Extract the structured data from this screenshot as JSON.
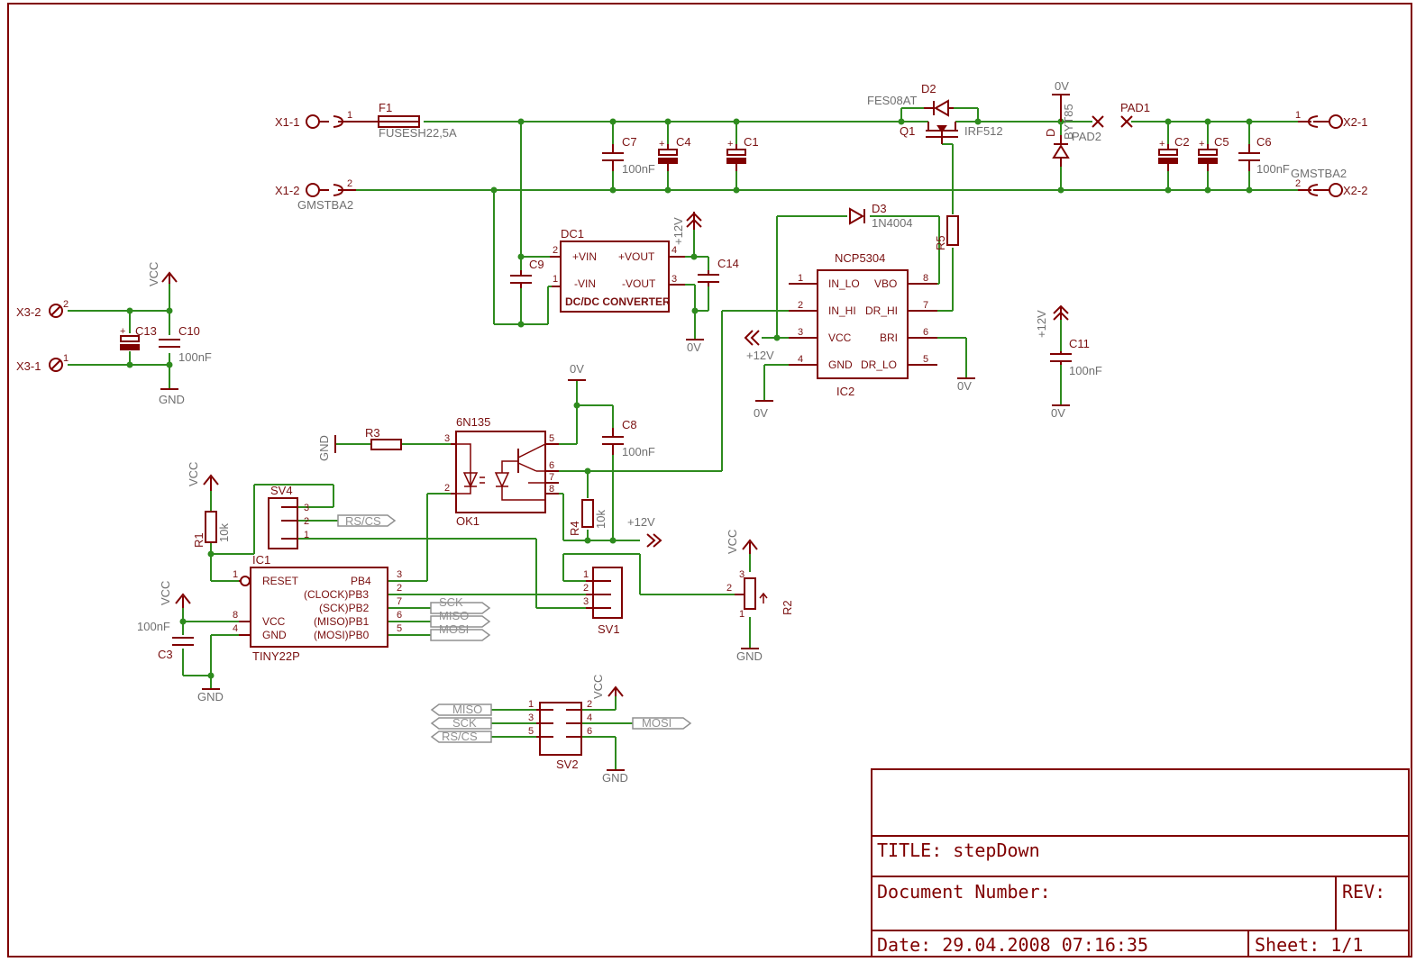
{
  "components": {
    "X1_1": "X1-1",
    "X1_2": "X1-2",
    "X1_conn": "GMSTBA2",
    "X2_1": "X2-1",
    "X2_2": "X2-2",
    "X2_conn": "GMSTBA2",
    "X3_1": "X3-1",
    "X3_2": "X3-2",
    "F1": "F1",
    "F1_val": "FUSESH22,5A",
    "C7": "C7",
    "C7_val": "100nF",
    "C4": "C4",
    "C1": "C1",
    "D2": "D2",
    "D2_val": "FES08AT",
    "Q1": "Q1",
    "Q1_val": "IRF512",
    "D1": "D",
    "D1_val": "BYT85",
    "PAD1": "PAD1",
    "PAD2": "PAD2",
    "C2": "C2",
    "C5": "C5",
    "C6": "C6",
    "C6_val": "100nF",
    "DC1": "DC1",
    "DC1_val": "DC/DC CONVERTER",
    "DC1_pins": [
      "+VIN",
      "-VIN",
      "+VOUT",
      "-VOUT"
    ],
    "C9": "C9",
    "C14": "C14",
    "D3": "D3",
    "D3_val": "1N4004",
    "R5": "R5",
    "IC2": "IC2",
    "IC2_val": "NCP5304",
    "IC2_pins": [
      "IN_LO",
      "IN_HI",
      "VCC",
      "GND",
      "VBO",
      "DR_HI",
      "BRI",
      "DR_LO"
    ],
    "C11": "C11",
    "C11_val": "100nF",
    "C13": "C13",
    "C10": "C10",
    "C10_val": "100nF",
    "R3": "R3",
    "OK1": "OK1",
    "OK1_val": "6N135",
    "C8": "C8",
    "C8_val": "100nF",
    "R4": "R4",
    "R4_val": "10k",
    "R1": "R1",
    "R1_val": "10k",
    "SV4": "SV4",
    "SV1": "SV1",
    "SV2": "SV2",
    "R2": "R2",
    "IC1": "IC1",
    "IC1_val": "TINY22P",
    "IC1_pins": [
      "RESET",
      "VCC",
      "GND",
      "PB4",
      "(CLOCK)PB3",
      "(SCK)PB2",
      "(MISO)PB1",
      "(MOSI)PB0"
    ],
    "C3": "C3",
    "C3_val": "100nF"
  },
  "supplies": {
    "vcc": "VCC",
    "gnd": "GND",
    "p12": "+12V",
    "zero": "0V"
  },
  "labels": {
    "rscs": "RS/CS",
    "sck": "SCK",
    "miso": "MISO",
    "mosi": "MOSI"
  },
  "title_block": {
    "title": "TITLE:  stepDown",
    "doc": "Document Number:",
    "rev": "REV:",
    "date": "Date: 29.04.2008 07:16:35",
    "sheet": "Sheet: 1/1"
  },
  "colors": {
    "wire": "#2e8b1e",
    "symbol": "#800000",
    "value_text": "#707070"
  }
}
